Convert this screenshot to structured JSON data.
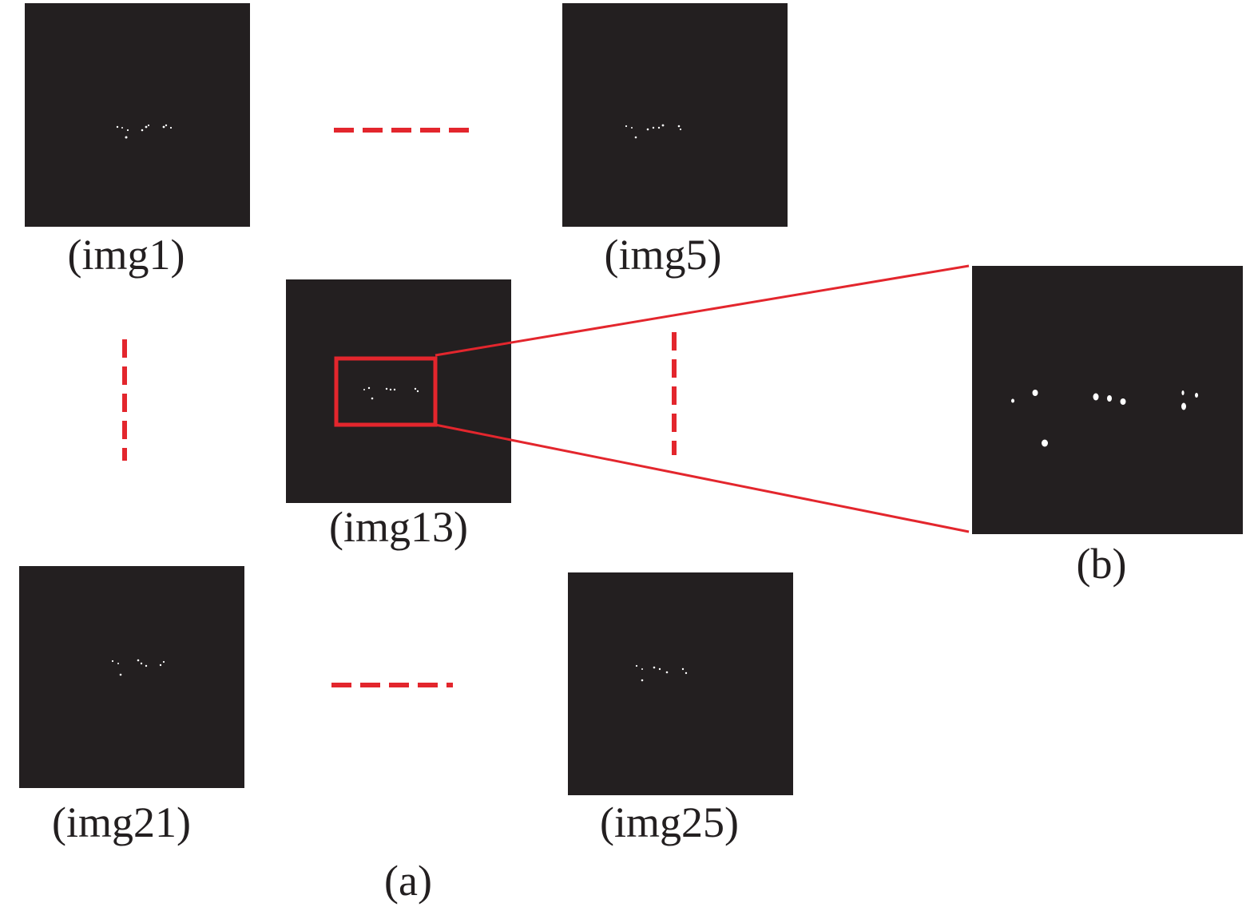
{
  "colors": {
    "panel": "#231f20",
    "accent": "#e3262d",
    "dot": "#ffffff",
    "text": "#231f20",
    "background": "#ffffff"
  },
  "captions": {
    "img1": "(img1)",
    "img5": "(img5)",
    "img13": "(img13)",
    "img21": "(img21)",
    "img25": "(img25)",
    "b": "(b)",
    "a": "(a)"
  }
}
